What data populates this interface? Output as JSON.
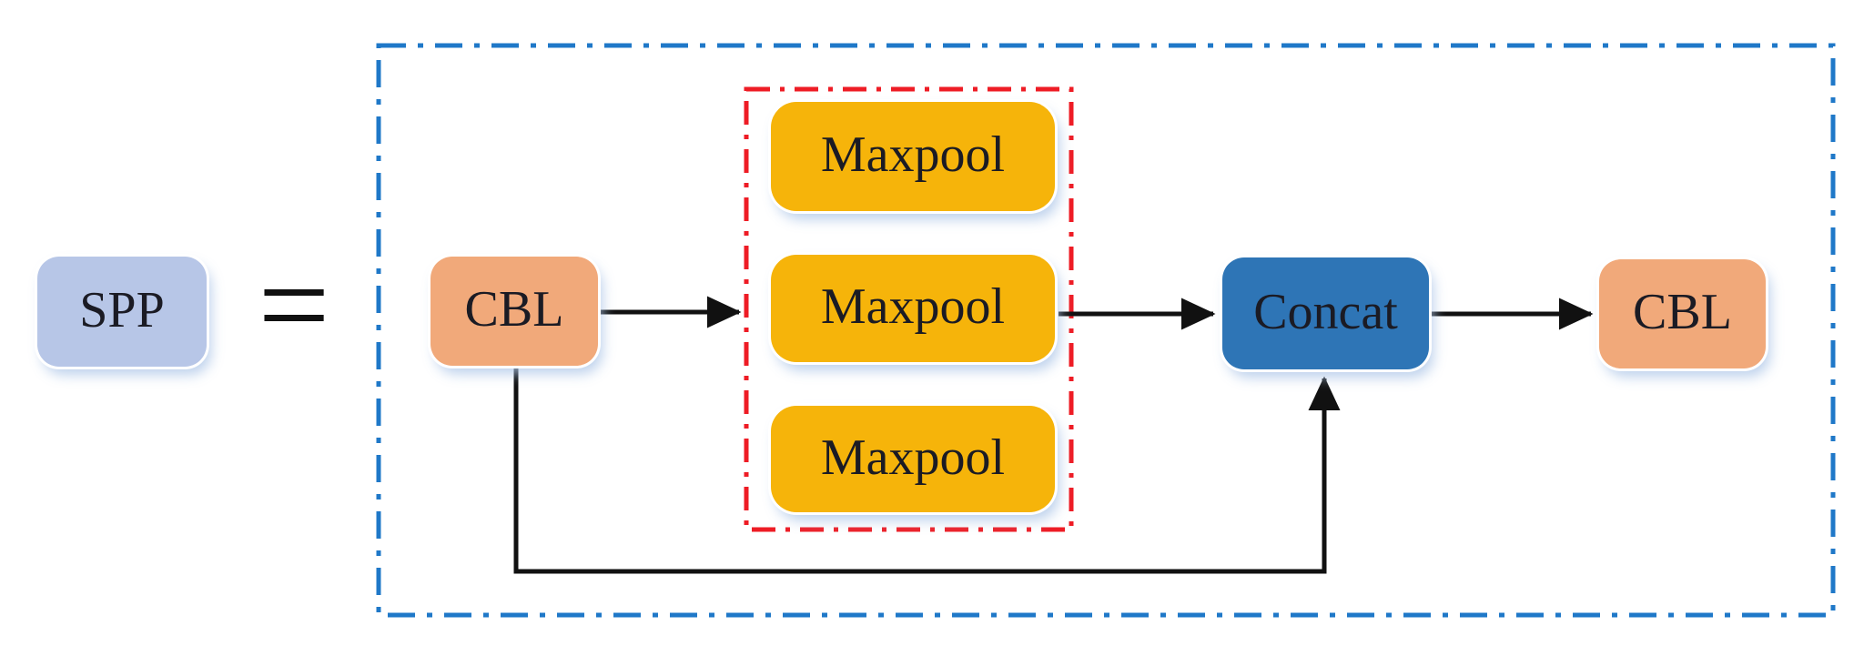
{
  "diagram": {
    "equation": {
      "lhs_label": "SPP",
      "equals": "="
    },
    "nodes": {
      "cbl_in": {
        "label": "CBL"
      },
      "maxpool_1": {
        "label": "Maxpool"
      },
      "maxpool_2": {
        "label": "Maxpool"
      },
      "maxpool_3": {
        "label": "Maxpool"
      },
      "concat": {
        "label": "Concat"
      },
      "cbl_out": {
        "label": "CBL"
      }
    },
    "colors": {
      "spp_fill": "#b7c6e7",
      "cbl_fill": "#f1a97a",
      "maxpool_fill": "#f6b40a",
      "concat_fill": "#2e75b6",
      "outer_boundary": "#1f78c8",
      "inner_boundary": "#ee1c25",
      "connector": "#111111"
    }
  }
}
